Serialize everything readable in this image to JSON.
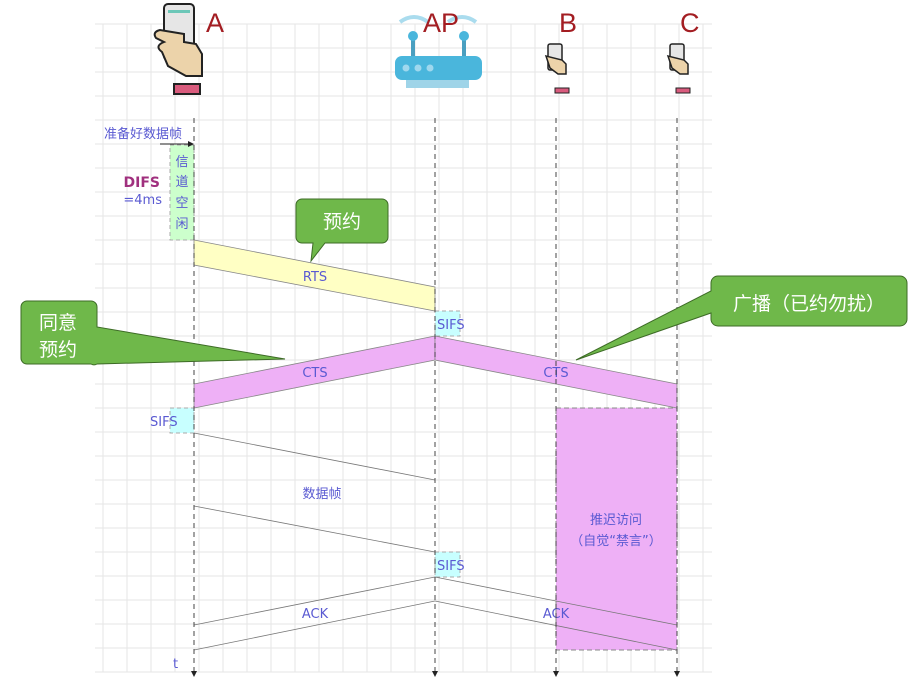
{
  "nodes": {
    "a": "A",
    "ap": "AP",
    "b": "B",
    "c": "C"
  },
  "ready_frame": "准备好数据帧",
  "difs": {
    "name": "DIFS",
    "value": "=4ms"
  },
  "channel_idle": [
    "信",
    "道",
    "空",
    "闲"
  ],
  "frames": {
    "rts": "RTS",
    "cts_left": "CTS",
    "cts_right": "CTS",
    "data": "数据帧",
    "ack_left": "ACK",
    "ack_right": "ACK"
  },
  "sifs": {
    "ap1": "SIFS",
    "a": "SIFS",
    "ap2": "SIFS"
  },
  "defer": {
    "line1": "推迟访问",
    "line2": "（自觉“禁言”）"
  },
  "callouts": {
    "reserve": "预约",
    "agree_1": "同意",
    "agree_2": "预约",
    "broadcast": "广播（已约勿扰）"
  },
  "time_axis": "t",
  "colors": {
    "rts": "#ffffc4",
    "cts": "#eeb0f6",
    "sifs": "#c8ffff",
    "idle": "#ccffcc",
    "callout": "#6fb84a",
    "node_label": "#a31d22",
    "text": "#5a5ad2"
  }
}
